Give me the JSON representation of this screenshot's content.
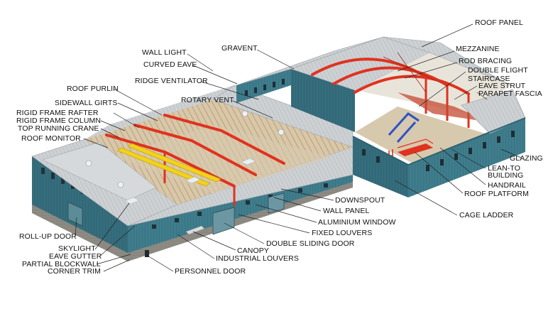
{
  "labels": {
    "roof_panel": "ROOF PANEL",
    "gravent": "GRAVENT",
    "mezzanine": "MEZZANINE",
    "wall_light": "WALL LIGHT",
    "rod_bracing": "ROD BRACING",
    "curved_eave": "CURVED EAVE",
    "double_flight": "DOUBLE FLIGHT",
    "staircase": "STAIRCASE",
    "ridge_ventilator": "RIDGE VENTILATOR",
    "eave_strut": "EAVE STRUT",
    "roof_purlin": "ROOF PURLIN",
    "parapet_fascia": "PARAPET FASCIA",
    "rotary_vent": "ROTARY VENT",
    "sidewall_girts": "SIDEWALL GIRTS",
    "rigid_frame_rafter": "RIGID FRAME RAFTER",
    "rigid_frame_column": "RIGID FRAME COLUMN",
    "top_running_crane": "TOP RUNNING CRANE",
    "roof_monitor": "ROOF MONITOR",
    "glazing": "GLAZING",
    "lean_to": "LEAN-TO",
    "building": "BUILDING",
    "handrail": "HANDRAIL",
    "roof_platform": "ROOF PLATFORM",
    "downspout": "DOWNSPOUT",
    "wall_panel": "WALL PANEL",
    "cage_ladder": "CAGE LADDER",
    "aluminium_window": "ALUMINIUM WINDOW",
    "fixed_louvers": "FIXED LOUVERS",
    "roll_up_door": "ROLL-UP DOOR",
    "double_sliding_door": "DOUBLE SLIDING DOOR",
    "skylight": "SKYLIGHT",
    "canopy": "CANOPY",
    "eave_gutter": "EAVE GUTTER",
    "industrial_louvers": "INDUSTRIAL LOUVERS",
    "partial_blockwall": "PARTIAL BLOCKWALL",
    "corner_trim": "CORNER TRIM",
    "personnel_door": "PERSONNEL DOOR"
  },
  "colors": {
    "wall": "#3f7d8c",
    "roof": "#c9cdd0",
    "steel": "#e0321e",
    "crane": "#f2d21a",
    "blockwall": "#8a8780"
  }
}
